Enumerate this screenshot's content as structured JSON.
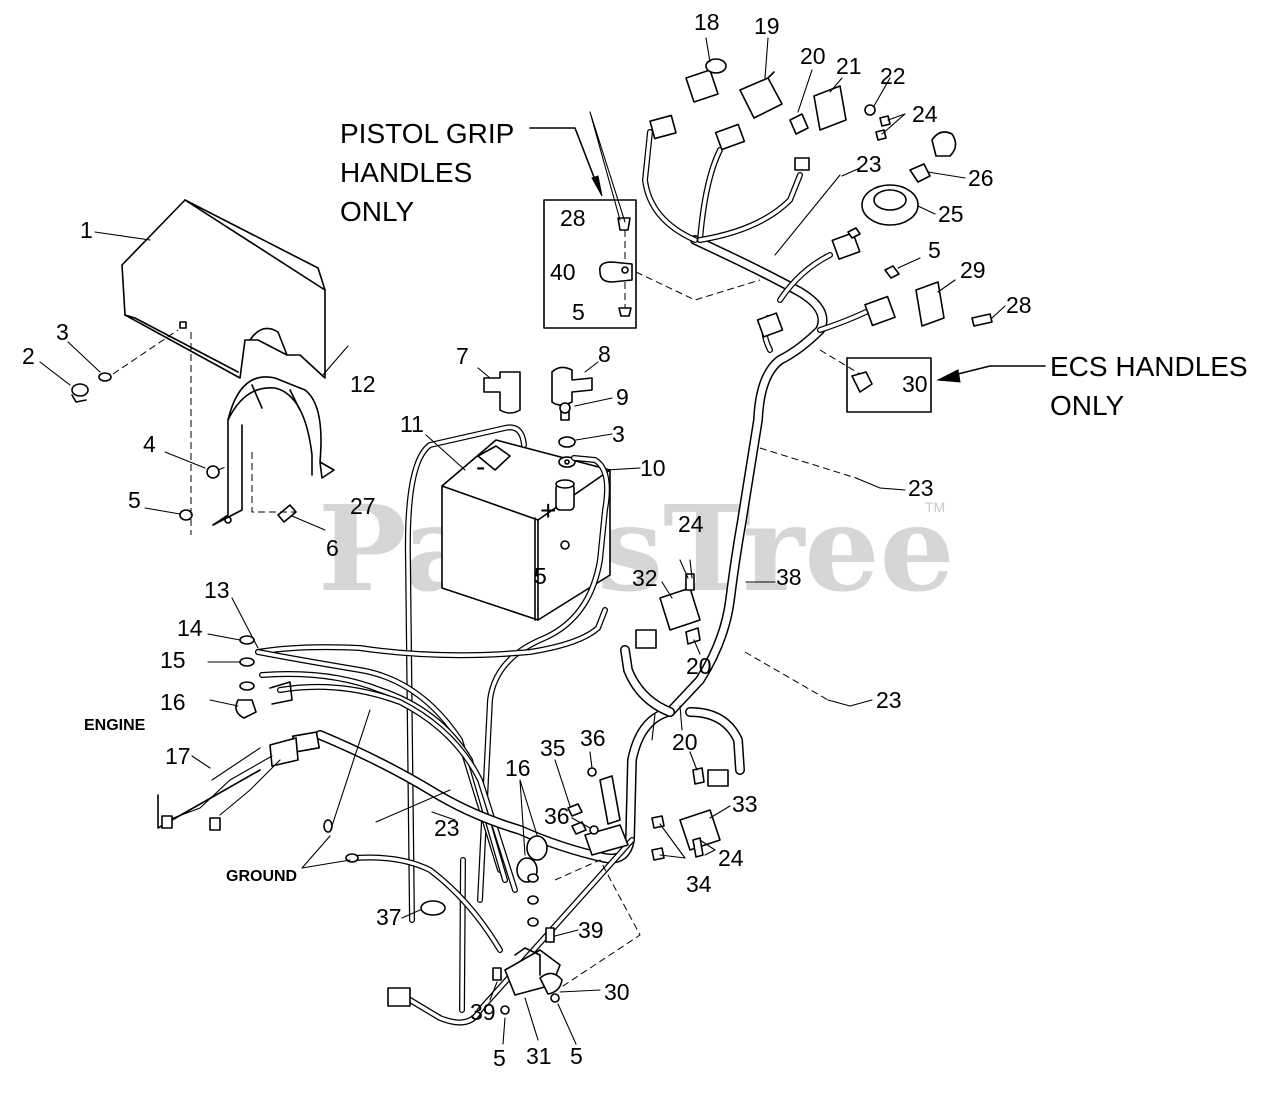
{
  "watermark": {
    "text": "PartsTree",
    "tm": "TM"
  },
  "captions": {
    "pistol_line1": "PISTOL GRIP",
    "pistol_line2": "HANDLES",
    "pistol_line3": "ONLY",
    "ecs_line1": "ECS HANDLES",
    "ecs_line2": "ONLY",
    "engine": "ENGINE",
    "ground": "GROUND"
  },
  "battery_polarity": {
    "negative": "-",
    "positive": "+"
  },
  "callouts": {
    "c1": "1",
    "c2": "2",
    "c3a": "3",
    "c3b": "3",
    "c4": "4",
    "c5a": "5",
    "c5b": "5",
    "c5c": "5",
    "c5d": "5",
    "c5e": "5",
    "c5f": "5",
    "c6": "6",
    "c7": "7",
    "c8": "8",
    "c9": "9",
    "c10": "10",
    "c11": "11",
    "c12": "12",
    "c13": "13",
    "c14": "14",
    "c15": "15",
    "c16a": "16",
    "c16b": "16",
    "c17": "17",
    "c18": "18",
    "c19": "19",
    "c20a": "20",
    "c20b": "20",
    "c20c": "20",
    "c21": "21",
    "c22": "22",
    "c23a": "23",
    "c23b": "23",
    "c23c": "23",
    "c23d": "23",
    "c24a": "24",
    "c24b": "24",
    "c24c": "24",
    "c25": "25",
    "c26": "26",
    "c27": "27",
    "c28a": "28",
    "c28b": "28",
    "c29": "29",
    "c30a": "30",
    "c30b": "30",
    "c31": "31",
    "c32": "32",
    "c33": "33",
    "c34": "34",
    "c35": "35",
    "c36a": "36",
    "c36b": "36",
    "c37": "37",
    "c38": "38",
    "c39a": "39",
    "c39b": "39",
    "c40": "40"
  }
}
